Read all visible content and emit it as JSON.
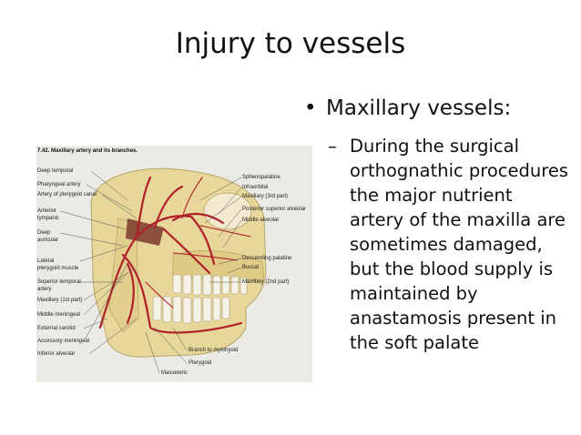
{
  "slide": {
    "title": "Injury to vessels",
    "bullet": {
      "marker": "•",
      "text": "Maxillary vessels:",
      "sub": {
        "marker": "–",
        "text": "During the surgical orthognathic procedures the major nutrient artery of the maxilla are sometimes damaged, but the blood supply is maintained by anastamosis present in the soft palate"
      }
    }
  },
  "figure": {
    "title": "7.42. Maxillary artery and its branches.",
    "labels_left": [
      "Deep temporal",
      "Pharyngeal artery",
      "Artery of pterygoid canal",
      "Anterior",
      "tympanic",
      "Deep",
      "auricular",
      "Lateral",
      "pterygoid muscle",
      "Superior temporal",
      "artery",
      "Maxillary (1st part)",
      "Middle meningeal",
      "External carotid",
      "Accessory meningeal",
      "Inferior alveolar"
    ],
    "labels_right": [
      "Sphenopalatine",
      "Infraorbital",
      "Maxillary (3rd part)",
      "Posterior superior alveolar",
      "Middle alveolar",
      "Descending palatine",
      "Buccal",
      "Maxillary (2nd part)"
    ],
    "labels_bottom": [
      "Branch to mylohyoid",
      "Pterygoid",
      "Masseteric"
    ],
    "colors": {
      "bone": "#e8d79a",
      "artery": "#b0202a",
      "muscle": "#7a3a2a",
      "tooth": "#f6f2e6"
    }
  }
}
